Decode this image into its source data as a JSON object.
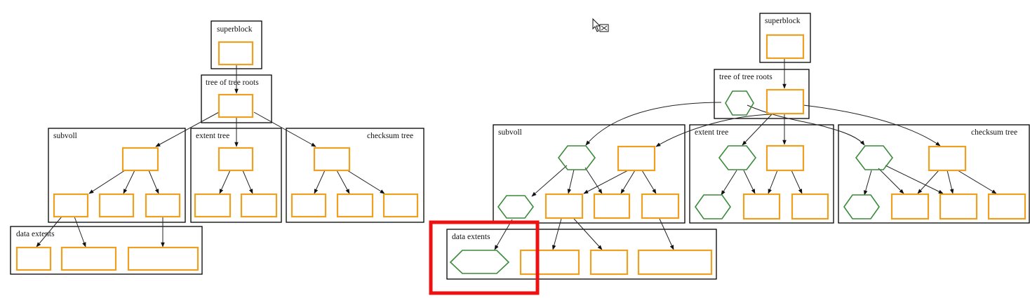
{
  "diagrams": {
    "left": {
      "labels": {
        "superblock": "superblock",
        "tree_of_tree_roots": "tree of tree roots",
        "subvol": "subvoll",
        "extent_tree": "extent tree",
        "checksum_tree": "checksum tree",
        "data_extents": "data extents"
      }
    },
    "right": {
      "labels": {
        "superblock": "superblock",
        "tree_of_tree_roots": "tree of tree roots",
        "subvol": "subvoll",
        "extent_tree": "extent tree",
        "checksum_tree": "checksum tree",
        "data_extents": "data extents"
      }
    }
  },
  "colors": {
    "block_stroke": "#f0a020",
    "cow_stroke": "#3a8a3a",
    "highlight": "#ee1111",
    "edge": "#222222"
  },
  "icons": {
    "cursor": "busy-cursor-icon"
  }
}
